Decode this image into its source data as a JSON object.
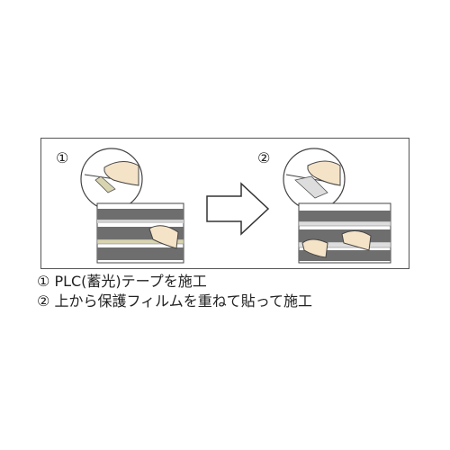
{
  "steps": [
    {
      "marker": "①",
      "caption": "PLC(蓄光)テープを施工"
    },
    {
      "marker": "②",
      "caption": "上から保護フィルムを重ねて貼って施工"
    }
  ],
  "colors": {
    "frame": "#555555",
    "stair_dark": "#6e6e6e",
    "stair_light": "#d0d0d0",
    "skin": "#f5e3c8",
    "tape": "#d8d4b0",
    "film": "#dddddd"
  }
}
